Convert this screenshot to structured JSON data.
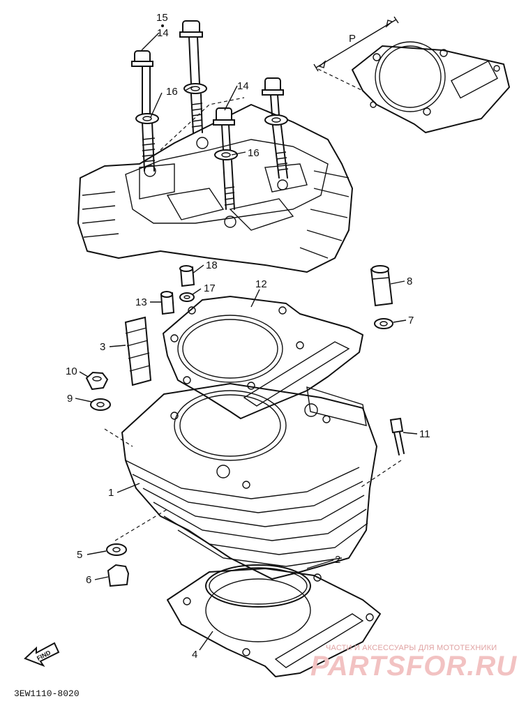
{
  "diagram": {
    "callouts": {
      "c15": "15",
      "c14a": "14",
      "c16a": "16",
      "c14b": "14",
      "c16b": "16",
      "c18": "18",
      "c17": "17",
      "c12": "12",
      "c13": "13",
      "c8": "8",
      "c7": "7",
      "c3": "3",
      "c10": "10",
      "c9": "9",
      "c11": "11",
      "c1": "1",
      "c5": "5",
      "c6": "6",
      "c2": "2",
      "c4": "4",
      "cP": "P"
    },
    "find_badge": "FIND",
    "part_code": "3EW1110-8020"
  },
  "watermark": {
    "tagline": "ЧАСТИ И АКСЕССУАРЫ ДЛЯ МОТОТЕХНИКИ",
    "brand": "PARTSFOR.RU"
  }
}
